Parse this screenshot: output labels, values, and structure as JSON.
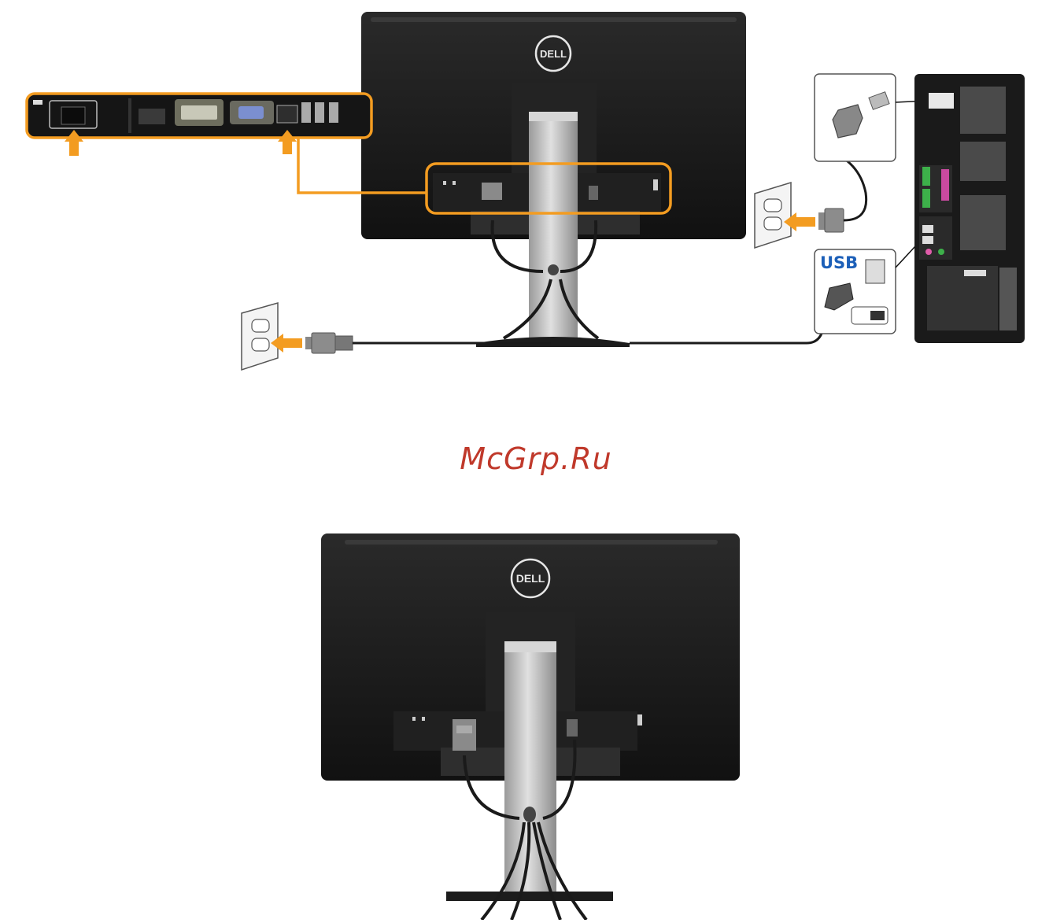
{
  "colors": {
    "accent": "#f39c21",
    "cable": "#1a1a1a",
    "panel": "#1b1b1b",
    "stand": "#bcbcbc",
    "watermark": "#c0392b",
    "usb_blue": "#1c5fb8"
  },
  "watermark": {
    "text": "McGrp.Ru"
  },
  "top_figure": {
    "logo_text": "DELL",
    "usb_label": "USB"
  },
  "bottom_figure": {
    "logo_text": "DELL"
  },
  "icons": [
    "power-outlet-icon",
    "power-plug-icon",
    "usb-plug-icon",
    "arrow-up-icon",
    "arrow-left-icon",
    "dell-logo"
  ]
}
